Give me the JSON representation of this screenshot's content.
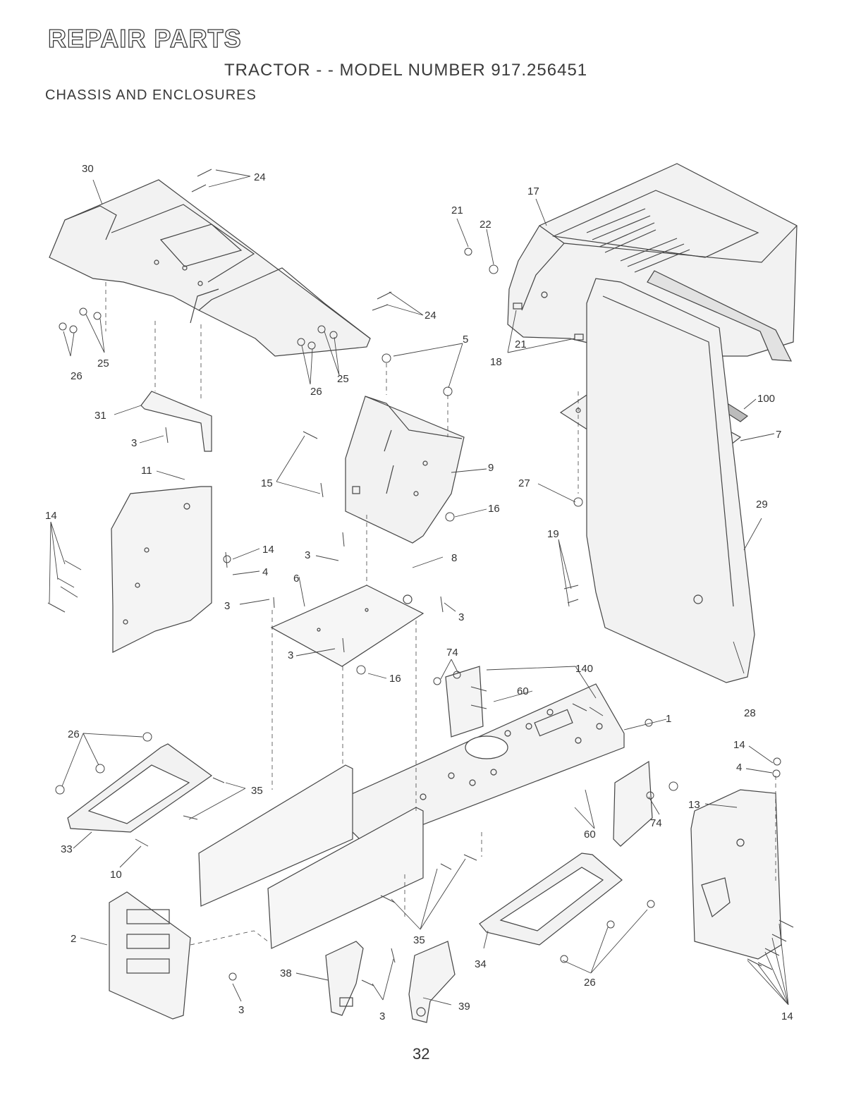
{
  "header": {
    "title": "REPAIR PARTS",
    "model_line": "TRACTOR - - MODEL NUMBER 917.256451",
    "section": "CHASSIS AND ENCLOSURES"
  },
  "callouts": {
    "c30": "30",
    "c24a": "24",
    "c24b": "24",
    "c26a": "26",
    "c25a": "25",
    "c26b": "26",
    "c25b": "25",
    "c31": "31",
    "c3a": "3",
    "c21a": "21",
    "c22": "22",
    "c17": "17",
    "c21b": "21",
    "c18": "18",
    "c5": "5",
    "c9": "9",
    "c15": "15",
    "c16a": "16",
    "c100": "100",
    "c7": "7",
    "c27": "27",
    "c29": "29",
    "c14a": "14",
    "c11": "11",
    "c14b": "14",
    "c4a": "4",
    "c3b": "3",
    "c8": "8",
    "c6": "6",
    "c3c": "3",
    "c3d": "3",
    "c19": "19",
    "c3e": "3",
    "c16b": "16",
    "c74a": "74",
    "c140": "140",
    "c60a": "60",
    "c1": "1",
    "c28": "28",
    "c26c": "26",
    "c35a": "35",
    "c33": "33",
    "c10": "10",
    "c14c": "14",
    "c4b": "4",
    "c13": "13",
    "c60b": "60",
    "c74b": "74",
    "c2": "2",
    "c3f": "3",
    "c35b": "35",
    "c38": "38",
    "c3g": "3",
    "c39": "39",
    "c34": "34",
    "c26d": "26",
    "c14d": "14"
  },
  "page_number": "32"
}
